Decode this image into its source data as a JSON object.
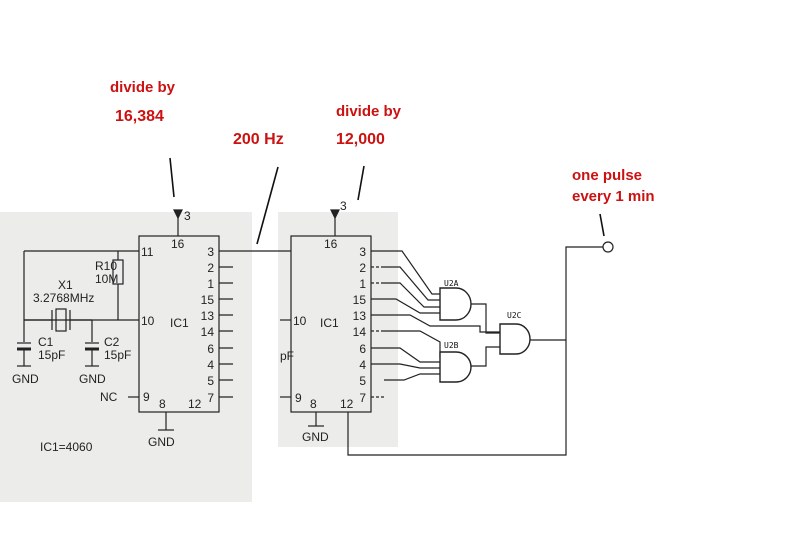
{
  "annotations": {
    "divide1_line1": "divide by",
    "divide1_line2": "16,384",
    "freq": "200 Hz",
    "divide2_line1": "divide by",
    "divide2_line2": "12,000",
    "pulse_line1": "one pulse",
    "pulse_line2": "every 1 min"
  },
  "ic1": {
    "label": "IC1",
    "vcc_pin": "3",
    "pins_left": {
      "p11": "11",
      "p10": "10",
      "p9": "9"
    },
    "pin16": "16",
    "pins_right": [
      "3",
      "2",
      "1",
      "15",
      "13",
      "14",
      "6",
      "4",
      "5",
      "7"
    ],
    "pin8": "8",
    "pin12": "12",
    "nc": "NC",
    "type": "IC1=4060"
  },
  "ic2": {
    "label": "IC1",
    "vcc_pin": "3",
    "pins_left": {
      "p10": "10",
      "p9": "9"
    },
    "pin16": "16",
    "pins_right": [
      "3",
      "2",
      "1",
      "15",
      "13",
      "14",
      "6",
      "4",
      "5",
      "7"
    ],
    "pin8": "8",
    "pin12": "12",
    "pf_fragment": "pF"
  },
  "components": {
    "r10": "R10",
    "r10_val": "10M",
    "x1": "X1",
    "x1_val": "3.2768MHz",
    "c1": "C1",
    "c1_val": "15pF",
    "c2": "C2",
    "c2_val": "15pF",
    "gnd1": "GND",
    "gnd2": "GND",
    "gnd3": "GND",
    "gnd4": "GND"
  },
  "gates": {
    "u2a": "U2A",
    "u2b": "U2B",
    "u2c": "U2C"
  },
  "colors": {
    "annotation": "#cc1111",
    "paper": "#ececea",
    "ink": "#222222"
  }
}
